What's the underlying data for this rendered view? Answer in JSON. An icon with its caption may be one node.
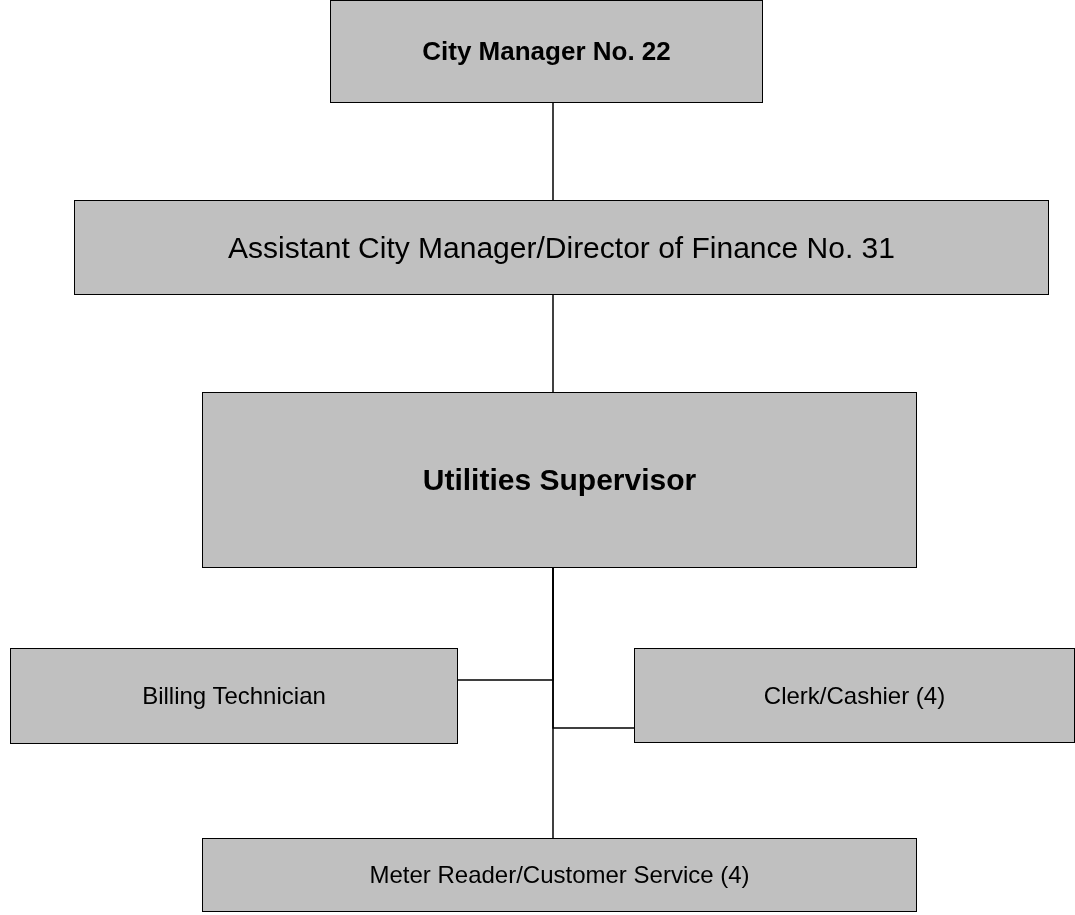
{
  "diagram": {
    "nodes": [
      {
        "text": [
          "City Manager No. 22"
        ]
      },
      {
        "text": [
          "Assistant City Manager/Director of Finance No. 31"
        ]
      },
      {
        "text": [
          "Utilities Supervisor"
        ]
      },
      {
        "text": [
          "Billing Technician"
        ]
      },
      {
        "text": [
          "Clerk/Cashier (4)"
        ]
      },
      {
        "text": [
          "Meter Reader/Customer Service (4)"
        ]
      }
    ],
    "edges": [
      {
        "from": 0,
        "to": 1,
        "arrow": "none"
      },
      {
        "from": 1,
        "to": 2,
        "arrow": "none"
      },
      {
        "from": 2,
        "to": 3,
        "arrow": "none"
      },
      {
        "from": 2,
        "to": 4,
        "arrow": "none"
      },
      {
        "from": 2,
        "to": 5,
        "arrow": "none"
      }
    ]
  }
}
